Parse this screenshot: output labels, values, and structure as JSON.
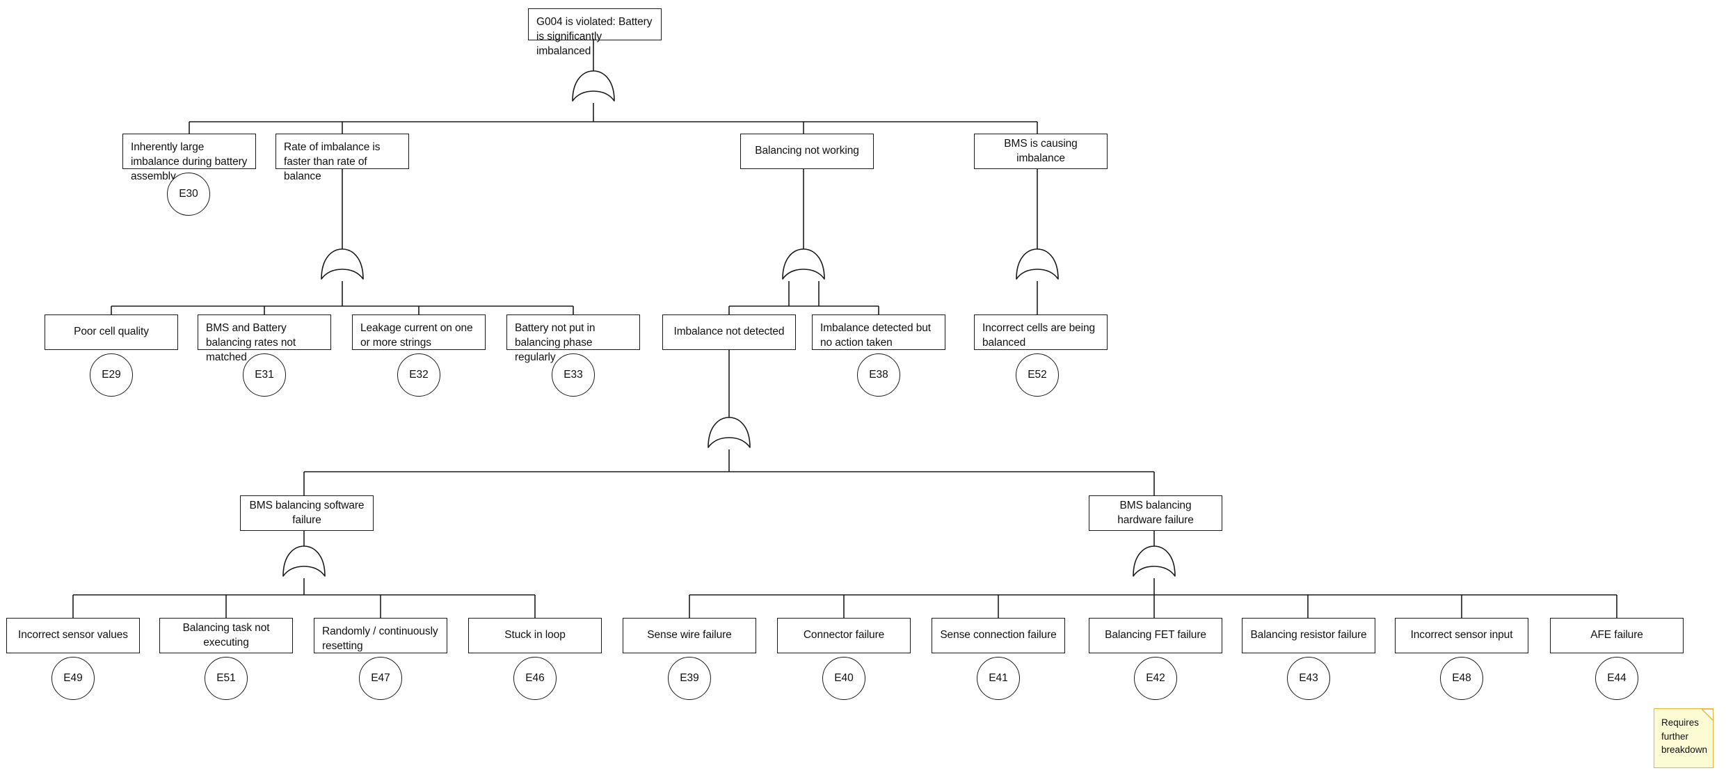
{
  "diagram": {
    "type": "fault-tree",
    "title_node": {
      "id": "G004",
      "label": "G004 is violated: Battery is significantly imbalanced"
    },
    "gate_type": "OR",
    "nodes": [
      {
        "id": "n-top",
        "label": "G004 is violated: Battery is significantly imbalanced",
        "event": null,
        "level": 0
      },
      {
        "id": "n-e30",
        "label": "Inherently large imbalance during battery assembly",
        "event": "E30",
        "level": 1
      },
      {
        "id": "n-rate",
        "label": "Rate of imbalance is faster than rate of balance",
        "event": null,
        "level": 1
      },
      {
        "id": "n-bal",
        "label": "Balancing not working",
        "event": null,
        "level": 1
      },
      {
        "id": "n-bms",
        "label": "BMS is causing imbalance",
        "event": null,
        "level": 1
      },
      {
        "id": "n-e29",
        "label": "Poor cell quality",
        "event": "E29",
        "level": 2
      },
      {
        "id": "n-e31",
        "label": "BMS and Battery balancing rates not matched",
        "event": "E31",
        "level": 2
      },
      {
        "id": "n-e32",
        "label": "Leakage current on one or more strings",
        "event": "E32",
        "level": 2
      },
      {
        "id": "n-e33",
        "label": "Battery not put in balancing phase regularly",
        "event": "E33",
        "level": 2
      },
      {
        "id": "n-imb",
        "label": "Imbalance not detected",
        "event": null,
        "level": 2
      },
      {
        "id": "n-e38",
        "label": "Imbalance detected but no action taken",
        "event": "E38",
        "level": 2
      },
      {
        "id": "n-e52",
        "label": "Incorrect cells are being balanced",
        "event": "E52",
        "level": 2
      },
      {
        "id": "n-sw",
        "label": "BMS balancing software failure",
        "event": null,
        "level": 3
      },
      {
        "id": "n-hw",
        "label": "BMS balancing hardware failure",
        "event": null,
        "level": 3
      },
      {
        "id": "n-e49",
        "label": "Incorrect sensor values",
        "event": "E49",
        "level": 4
      },
      {
        "id": "n-e51",
        "label": "Balancing task not executing",
        "event": "E51",
        "level": 4
      },
      {
        "id": "n-e47",
        "label": "Randomly / continuously resetting",
        "event": "E47",
        "level": 4
      },
      {
        "id": "n-e46",
        "label": "Stuck in loop",
        "event": "E46",
        "level": 4
      },
      {
        "id": "n-e39",
        "label": "Sense wire failure",
        "event": "E39",
        "level": 4
      },
      {
        "id": "n-e40",
        "label": "Connector failure",
        "event": "E40",
        "level": 4
      },
      {
        "id": "n-e41",
        "label": "Sense connection failure",
        "event": "E41",
        "level": 4
      },
      {
        "id": "n-e42",
        "label": "Balancing FET failure",
        "event": "E42",
        "level": 4
      },
      {
        "id": "n-e43",
        "label": "Balancing resistor failure",
        "event": "E43",
        "level": 4
      },
      {
        "id": "n-e48",
        "label": "Incorrect sensor input",
        "event": "E48",
        "level": 4
      },
      {
        "id": "n-e44",
        "label": "AFE failure",
        "event": "E44",
        "level": 4
      }
    ],
    "note": {
      "label": "Requires further breakdown"
    },
    "colors": {
      "stroke": "#1a1a1a",
      "node_fill": "#ffffff",
      "note_fill": "#fdfbd4",
      "note_border": "#e8b33c",
      "text": "#111111"
    }
  }
}
